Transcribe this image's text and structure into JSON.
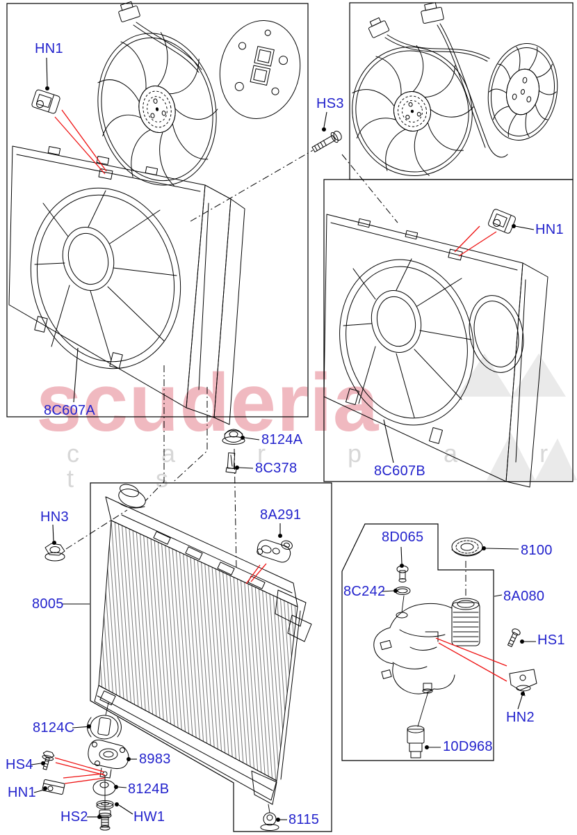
{
  "diagram": {
    "title": "Radiator and cooling fan parts diagram",
    "watermark": {
      "brand": "scuderia",
      "subtitle": "c a r   p a r t s"
    },
    "colors": {
      "label_blue": "#2222cc",
      "callout_red": "#ee1111",
      "art_black": "#000000",
      "watermark_pink": "#f0b9c0",
      "watermark_gray": "#d7d7d7"
    },
    "frames": [
      "fan-kit-a",
      "fan-kit-b",
      "fan-shroud-b",
      "radiator",
      "expansion-tank"
    ],
    "labels": {
      "hn1_a": "HN1",
      "hs3": "HS3",
      "shroud_a": "8C607A",
      "shroud_b": "8C607B",
      "hn1_b": "HN1",
      "grommet": "8124A",
      "bracket_pin": "8C378",
      "hn3": "HN3",
      "mount_bracket": "8A291",
      "radiator": "8005",
      "clamp": "8124C",
      "insulator": "8983",
      "hs4": "HS4",
      "hn1_c": "HN1",
      "washer": "8124B",
      "hs2": "HS2",
      "hw1": "HW1",
      "mount_ball": "8115",
      "valve": "8D065",
      "cap": "8100",
      "oring": "8C242",
      "tank": "8A080",
      "hs1": "HS1",
      "hn2": "HN2",
      "sensor": "10D968"
    }
  }
}
